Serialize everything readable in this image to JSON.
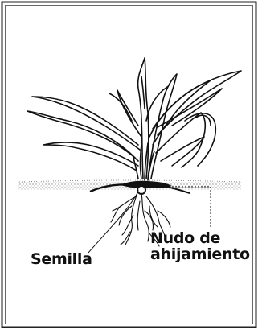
{
  "labels": {
    "tillering_node_line1": "Nudo de",
    "tillering_node_line2": "ahijamiento",
    "seed": "Semilla"
  },
  "colors": {
    "ink": "#111111",
    "paper": "#ffffff",
    "soil_dots": "#555555"
  }
}
